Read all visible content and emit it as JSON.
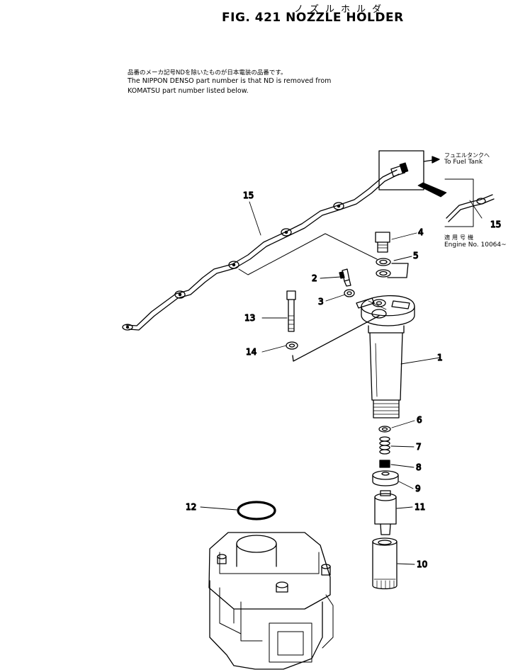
{
  "header": {
    "title_jp": "ノズルホルダ",
    "title": "FIG. 421 NOZZLE HOLDER"
  },
  "notes": {
    "line_jp": "品番のメーカ記号NDを除いたものが日本電装の品番です。",
    "line_en_1": "The NIPPON DENSO part number is that ND is removed from",
    "line_en_2": "KOMATSU part number listed below."
  },
  "inset": {
    "fuel_tank_jp": "フュエルタンクへ",
    "fuel_tank_en": "To Fuel Tank",
    "applicable_jp": "適用号機",
    "engine_no": "Engine No. 10064~"
  },
  "callouts": {
    "c1": "1",
    "c2": "2",
    "c3": "3",
    "c4": "4",
    "c5": "5",
    "c6": "6",
    "c7": "7",
    "c8": "8",
    "c9": "9",
    "c10": "10",
    "c11": "11",
    "c12": "12",
    "c13": "13",
    "c14": "14",
    "c15": "15",
    "c15b": "15"
  }
}
